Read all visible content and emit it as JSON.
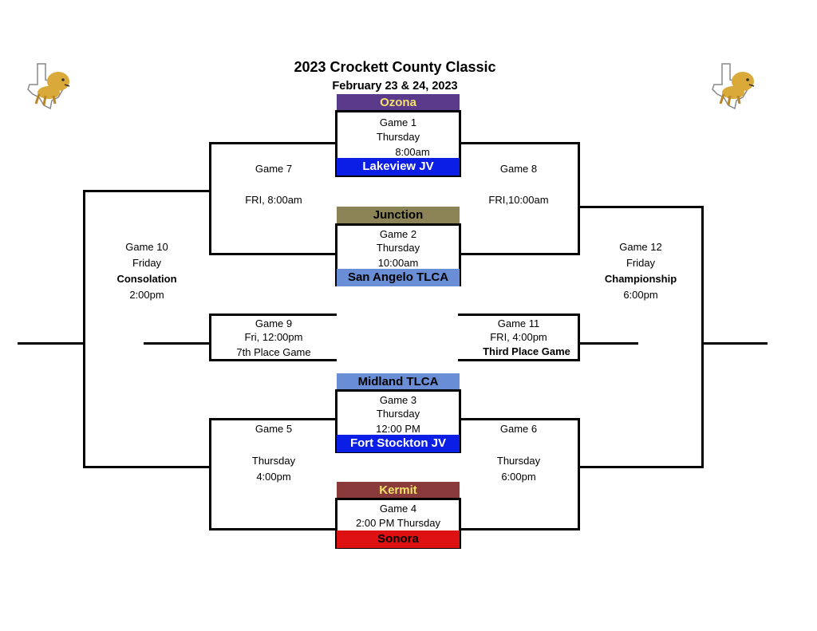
{
  "header": {
    "title": "2023 Crockett County Classic",
    "dates": "February 23 & 24, 2023"
  },
  "colors": {
    "ozona": "#5b3a8c",
    "lakeview": "#0a1ee6",
    "junction": "#8c8456",
    "san_angelo": "#6a8ed6",
    "midland": "#6a8ed6",
    "fort_stockton": "#0a1ee6",
    "kermit": "#8a3a3a",
    "sonora": "#dd1111",
    "team_text_yellow": "#f3e36b",
    "logo_gold": "#d9a93a"
  },
  "logos": {
    "left_icon": "texas-lion-logo-icon",
    "right_icon": "texas-lion-logo-icon"
  },
  "teams": {
    "ozona": "Ozona",
    "lakeview": "Lakeview JV",
    "junction": "Junction",
    "san_angelo": "San Angelo TLCA",
    "midland": "Midland TLCA",
    "fort_stockton": "Fort Stockton JV",
    "kermit": "Kermit",
    "sonora": "Sonora"
  },
  "games": {
    "g1": {
      "name": "Game 1",
      "day": "Thursday",
      "time": "8:00am"
    },
    "g2": {
      "name": "Game 2",
      "day": "Thursday",
      "time": "10:00am"
    },
    "g3": {
      "name": "Game 3",
      "day": "Thursday",
      "time": "12:00 PM"
    },
    "g4": {
      "name": "Game 4",
      "time": "2:00 PM Thursday"
    },
    "g5": {
      "name": "Game 5",
      "day": "Thursday",
      "time": "4:00pm"
    },
    "g6": {
      "name": "Game 6",
      "day": "Thursday",
      "time": "6:00pm"
    },
    "g7": {
      "name": "Game 7",
      "time": "FRI, 8:00am"
    },
    "g8": {
      "name": "Game 8",
      "time": "FRI,10:00am"
    },
    "g9": {
      "name": "Game 9",
      "time": "Fri, 12:00pm",
      "label": "7th Place Game"
    },
    "g10": {
      "name": "Game 10",
      "day": "Friday",
      "label": "Consolation",
      "time": "2:00pm"
    },
    "g11": {
      "name": "Game 11",
      "time": "FRI, 4:00pm",
      "label": "Third Place Game"
    },
    "g12": {
      "name": "Game 12",
      "day": "Friday",
      "label": "Championship",
      "time": "6:00pm"
    }
  }
}
